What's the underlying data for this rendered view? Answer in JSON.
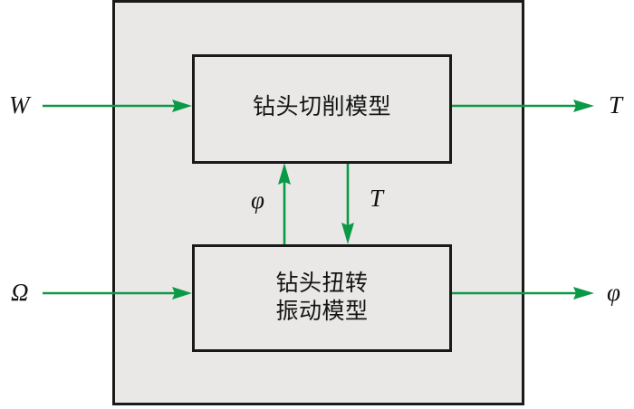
{
  "figure": {
    "type": "block-diagram",
    "title": "",
    "background_color": "#ffffff",
    "container_fill": "#e9e8e7",
    "container_stroke": "#1a1a1a",
    "arrow_color": "#0a9a46",
    "box_fill": "#e9e8e7",
    "box_stroke": "#1a1a1a"
  },
  "container": {
    "name": "outer-system-boundary"
  },
  "blocks": [
    {
      "id": "cutting-model",
      "lines": [
        "钻头切削模型"
      ],
      "line1": "钻头切削模型",
      "line2": ""
    },
    {
      "id": "torsional-vibration-model",
      "lines": [
        "钻头扭转",
        "振动模型"
      ],
      "line1": "钻头扭转",
      "line2": "振动模型"
    }
  ],
  "labels": {
    "input_top": "W",
    "input_bottom": "Ω",
    "output_top": "T",
    "output_bottom": "φ",
    "internal_up": "φ",
    "internal_down": "T"
  },
  "signals": [
    {
      "name": "input-weight-on-bit",
      "label": "W",
      "from": "external",
      "to": "cutting-model",
      "direction": "right"
    },
    {
      "name": "input-rotary-speed",
      "label": "Ω",
      "from": "external",
      "to": "torsional-vibration-model",
      "direction": "right"
    },
    {
      "name": "output-torque",
      "label": "T",
      "from": "cutting-model",
      "to": "external",
      "direction": "right"
    },
    {
      "name": "output-angular-displacement",
      "label": "φ",
      "from": "torsional-vibration-model",
      "to": "external",
      "direction": "right"
    },
    {
      "name": "feedback-angular-displacement",
      "label": "φ",
      "from": "torsional-vibration-model",
      "to": "cutting-model",
      "direction": "up"
    },
    {
      "name": "feedforward-torque",
      "label": "T",
      "from": "cutting-model",
      "to": "torsional-vibration-model",
      "direction": "down"
    }
  ]
}
